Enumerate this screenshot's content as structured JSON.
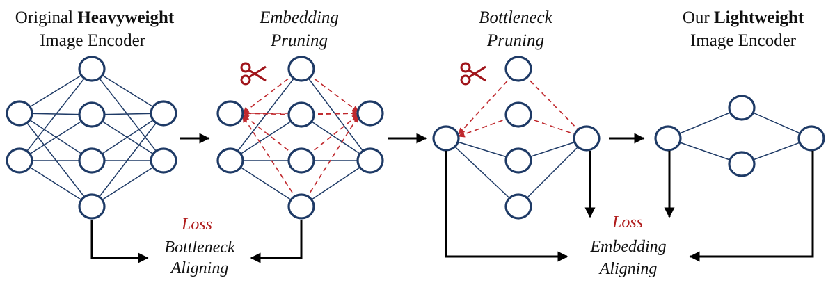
{
  "panels": [
    {
      "title_line1_prefix": "Original ",
      "title_line1_bold": "Heavyweight",
      "title_line2": "Image Encoder"
    },
    {
      "title_line1": "Embedding",
      "title_line2": "Pruning"
    },
    {
      "title_line1": "Bottleneck",
      "title_line2": "Pruning"
    },
    {
      "title_line1_prefix": "Our ",
      "title_line1_bold": "Lightweight",
      "title_line2": "Image Encoder"
    }
  ],
  "losses": [
    {
      "loss_label": "Loss",
      "name_line1": "Bottleneck",
      "name_line2": "Aligning"
    },
    {
      "loss_label": "Loss",
      "name_line1": "Embedding",
      "name_line2": "Aligning"
    }
  ],
  "icons": {
    "pruning": "scissors-icon"
  },
  "colors": {
    "network": "#1e3a66",
    "pruned": "#c0282d",
    "loss": "#b01c1c",
    "arrow": "#000000"
  }
}
